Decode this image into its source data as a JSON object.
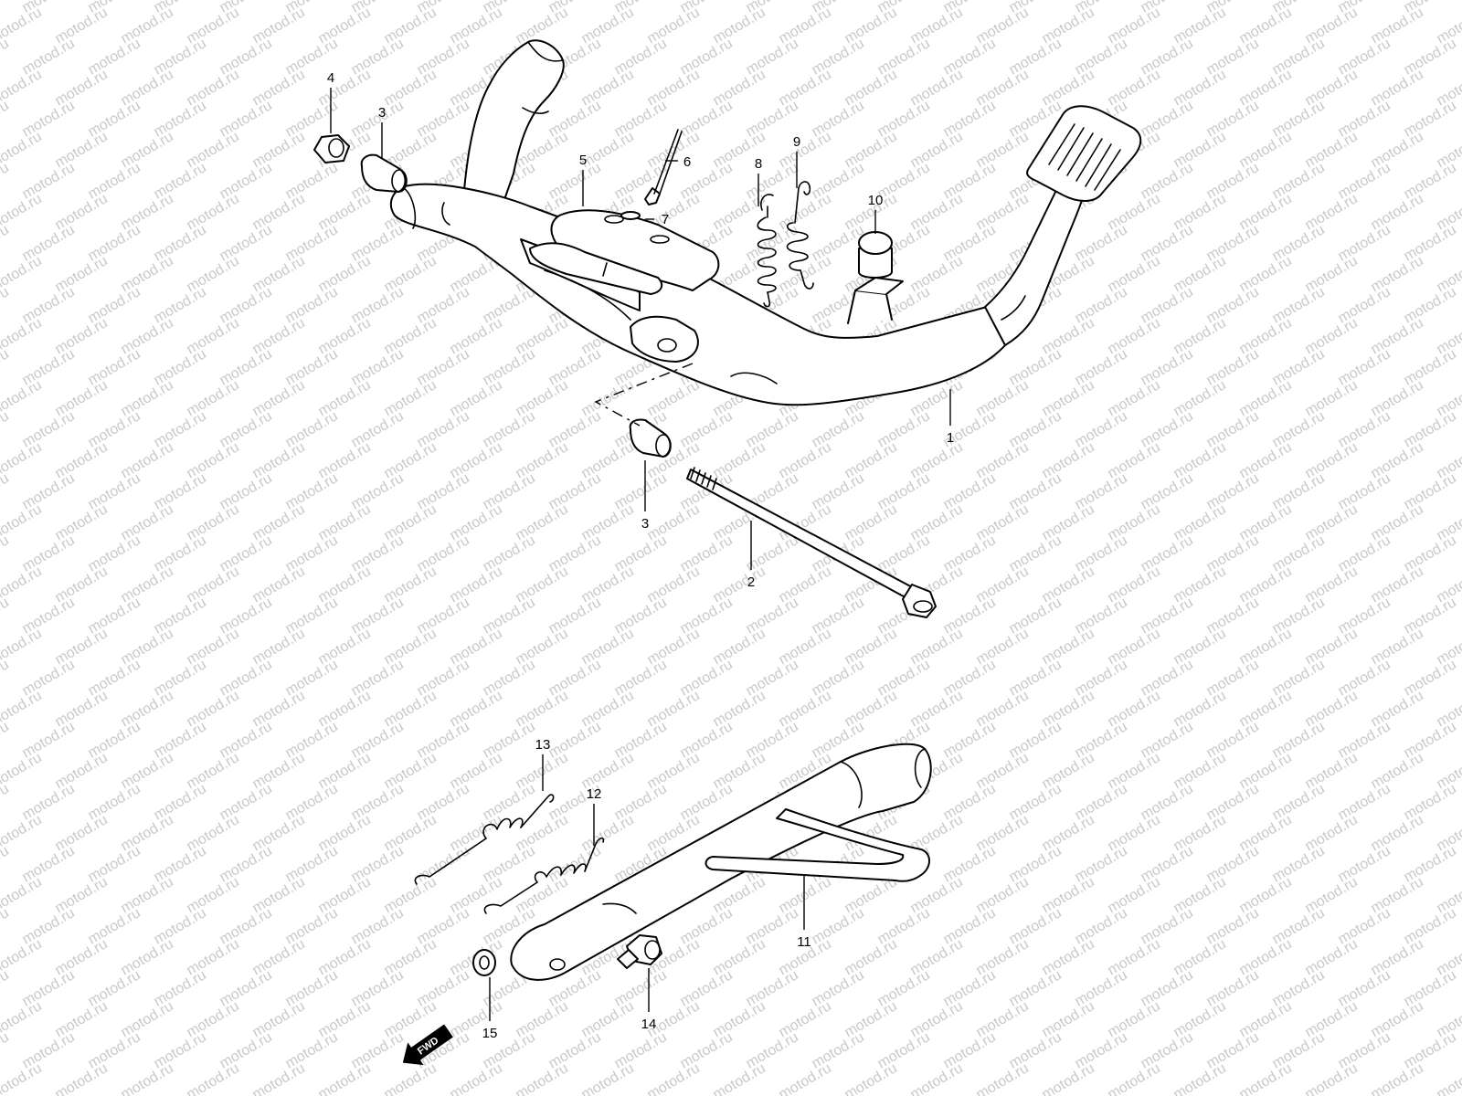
{
  "diagram": {
    "watermark_text": "motod.ru",
    "fwd_label": "FWD",
    "callouts": {
      "1": "1",
      "2": "2",
      "3a": "3",
      "3b": "3",
      "4": "4",
      "5": "5",
      "6": "6",
      "7": "7",
      "8": "8",
      "9": "9",
      "10": "10",
      "11": "11",
      "12": "12",
      "13": "13",
      "14": "14",
      "15": "15"
    }
  }
}
